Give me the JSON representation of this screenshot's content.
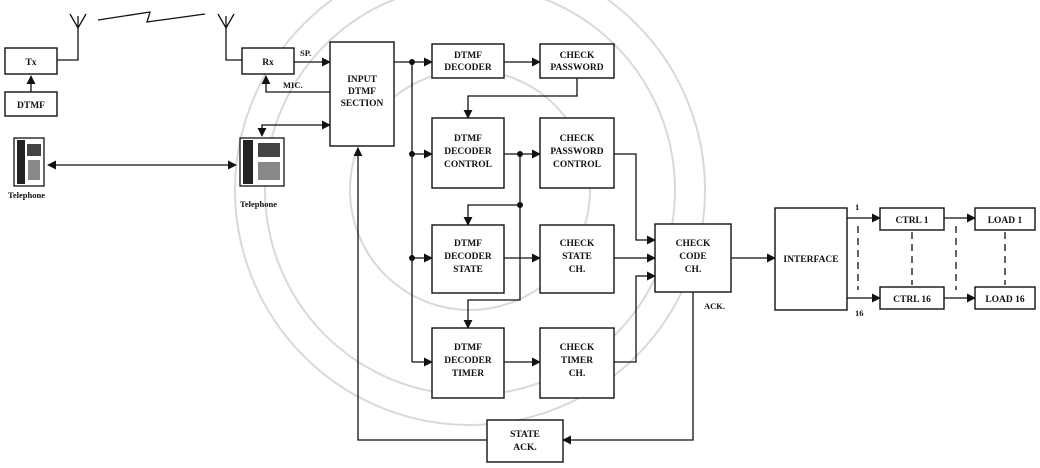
{
  "diagram": {
    "tx": "Tx",
    "dtmf": "DTMF",
    "rx": "Rx",
    "sp": "SP.",
    "mic": "MIC.",
    "telephone_left": "Telephone",
    "telephone_right": "Telephone",
    "input_section": [
      "INPUT",
      "DTMF",
      "SECTION"
    ],
    "dtmf_decoder": [
      "DTMF",
      "DECODER"
    ],
    "check_password": [
      "CHECK",
      "PASSWORD"
    ],
    "dtmf_decoder_control": [
      "DTMF",
      "DECODER",
      "CONTROL"
    ],
    "check_password_control": [
      "CHECK",
      "PASSWORD",
      "CONTROL"
    ],
    "dtmf_decoder_state": [
      "DTMF",
      "DECODER",
      "STATE"
    ],
    "check_state": [
      "CHECK",
      "STATE",
      "CH."
    ],
    "dtmf_decoder_timer": [
      "DTMF",
      "DECODER",
      "TIMER"
    ],
    "check_timer": [
      "CHECK",
      "TIMER",
      "CH."
    ],
    "check_code": [
      "CHECK",
      "CODE",
      "CH."
    ],
    "ack": "ACK.",
    "state_ack": [
      "STATE",
      "ACK."
    ],
    "interface": "INTERFACE",
    "channel_first": "1",
    "channel_last": "16",
    "ctrl_1": "CTRL 1",
    "ctrl_16": "CTRL 16",
    "load_1": "LOAD 1",
    "load_16": "LOAD 16"
  }
}
